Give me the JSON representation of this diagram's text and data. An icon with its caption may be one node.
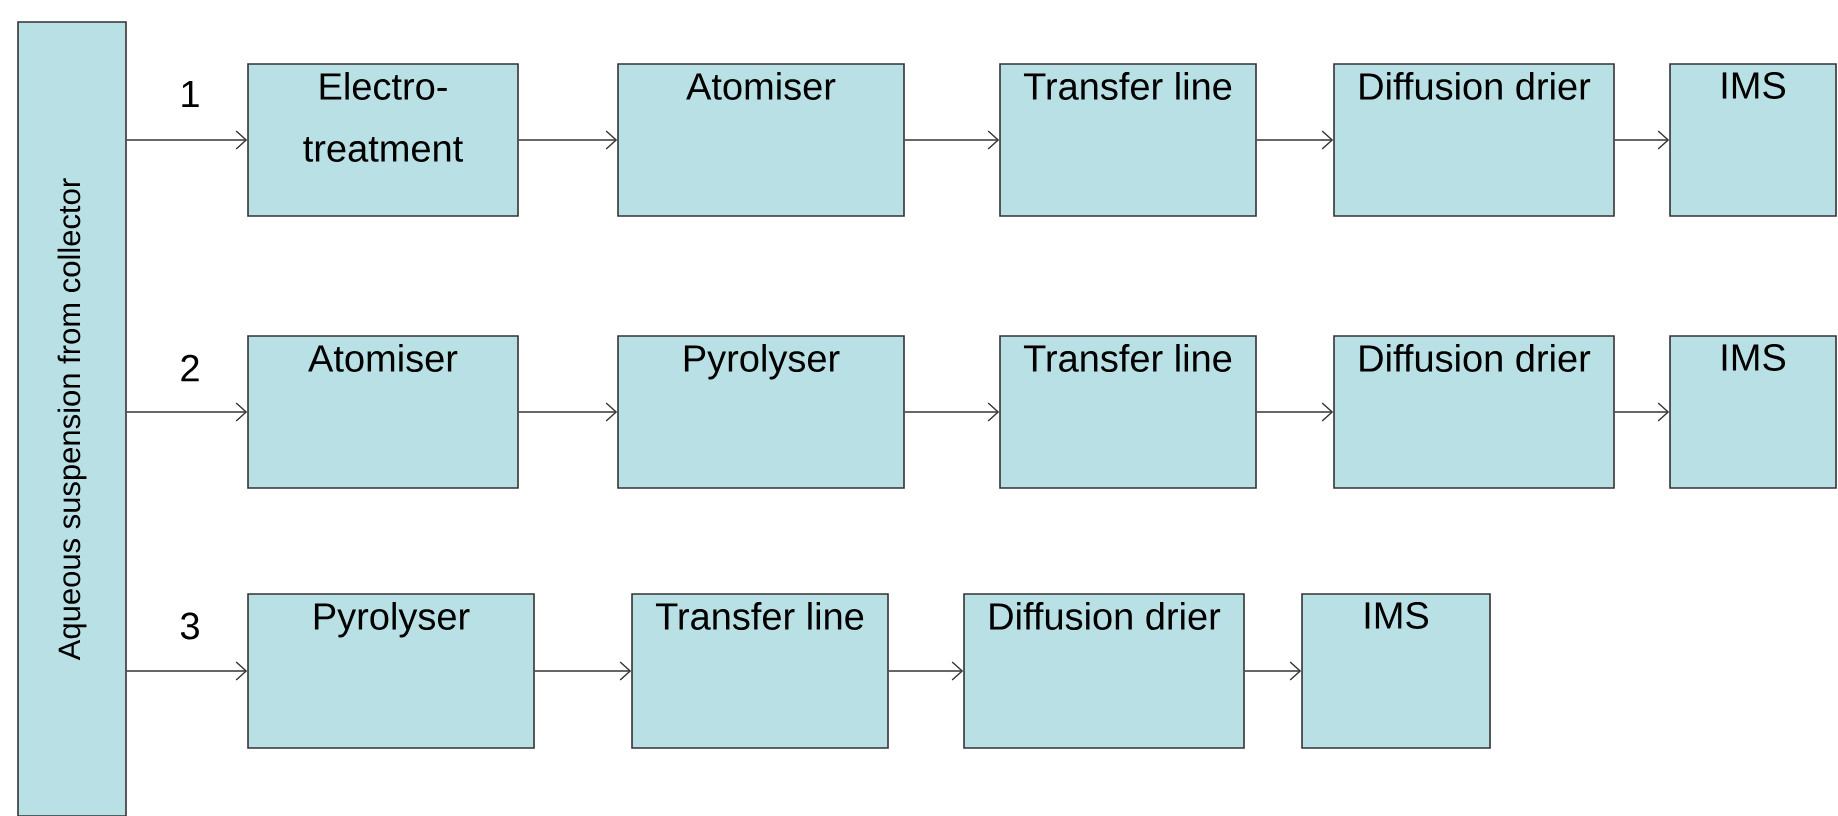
{
  "diagram": {
    "nodes": [
      {
        "text": [
          "Aqueous suspension from collector"
        ]
      },
      {
        "text": [
          "Electro-treatment"
        ]
      },
      {
        "text": [
          "Atomiser"
        ]
      },
      {
        "text": [
          "Transfer line"
        ]
      },
      {
        "text": [
          "Diffusion drier"
        ]
      },
      {
        "text": [
          "IMS"
        ]
      },
      {
        "text": [
          "Atomiser"
        ]
      },
      {
        "text": [
          "Pyrolyser"
        ]
      },
      {
        "text": [
          "Transfer line"
        ]
      },
      {
        "text": [
          "Diffusion drier"
        ]
      },
      {
        "text": [
          "IMS"
        ]
      },
      {
        "text": [
          "Pyrolyser"
        ]
      },
      {
        "text": [
          "Transfer line"
        ]
      },
      {
        "text": [
          "Diffusion drier"
        ]
      },
      {
        "text": [
          "IMS"
        ]
      }
    ],
    "edges": [
      {
        "from": 0,
        "to": 1,
        "arrow": "to"
      },
      {
        "from": 1,
        "to": 2,
        "arrow": "to"
      },
      {
        "from": 2,
        "to": 3,
        "arrow": "to"
      },
      {
        "from": 3,
        "to": 4,
        "arrow": "to"
      },
      {
        "from": 4,
        "to": 5,
        "arrow": "to"
      },
      {
        "from": 0,
        "to": 6,
        "arrow": "to"
      },
      {
        "from": 6,
        "to": 7,
        "arrow": "to"
      },
      {
        "from": 7,
        "to": 8,
        "arrow": "to"
      },
      {
        "from": 8,
        "to": 9,
        "arrow": "to"
      },
      {
        "from": 9,
        "to": 10,
        "arrow": "to"
      },
      {
        "from": 0,
        "to": 11,
        "arrow": "to"
      },
      {
        "from": 11,
        "to": 12,
        "arrow": "to"
      },
      {
        "from": 12,
        "to": 13,
        "arrow": "to"
      },
      {
        "from": 13,
        "to": 14,
        "arrow": "to"
      }
    ],
    "labels": [
      "1",
      "2",
      "3"
    ]
  }
}
